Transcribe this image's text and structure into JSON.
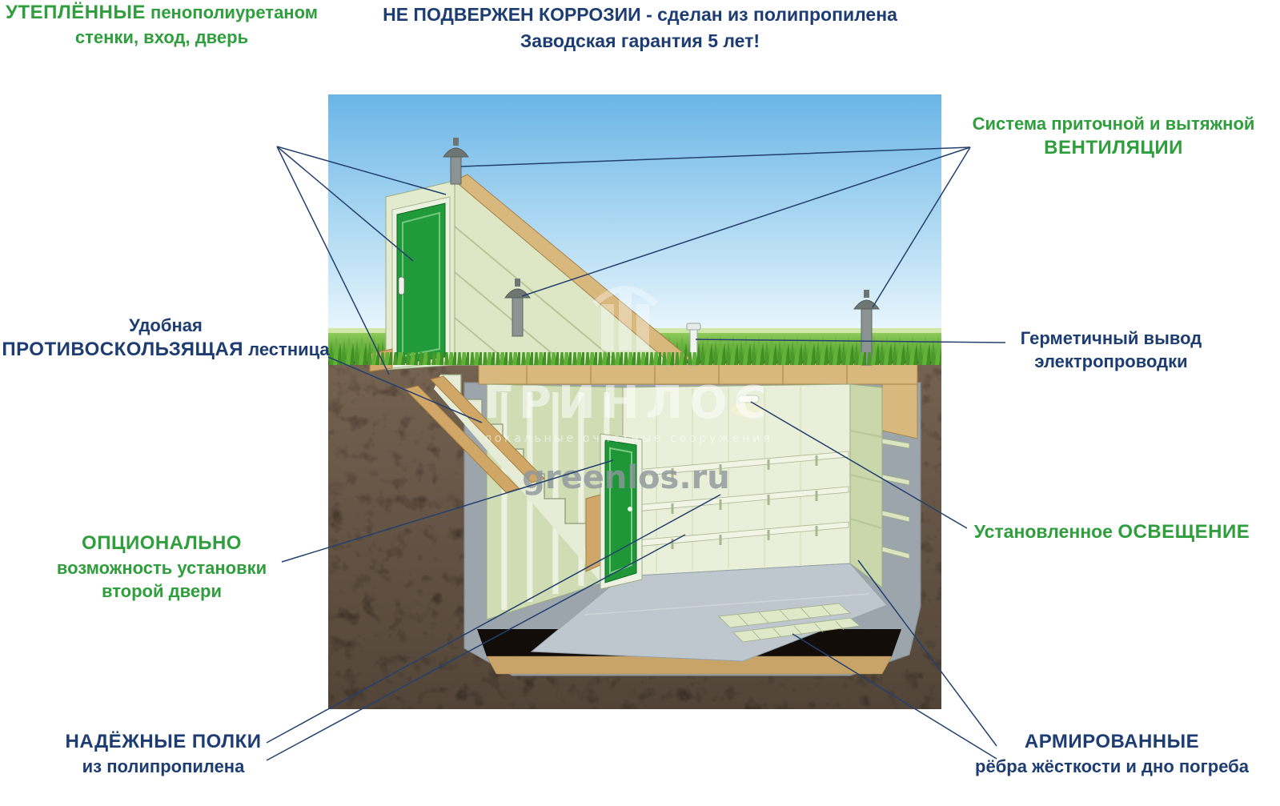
{
  "title": {
    "line1": "НЕ ПОДВЕРЖЕН КОРРОЗИИ  - сделан из полипропилена",
    "line2": "Заводская гарантия 5 лет!"
  },
  "labels": {
    "insulated": {
      "emph": "УТЕПЛЁННЫЕ",
      "rest": "пенополиуретаном",
      "line2": "стенки, вход, дверь"
    },
    "ladder": {
      "line1": "Удобная",
      "emph": "ПРОТИВОСКОЛЬЗЯЩАЯ",
      "rest": "лестница"
    },
    "optional_door": {
      "line1": "ОПЦИОНАЛЬНО",
      "line2": "возможность установки",
      "line3": "второй двери"
    },
    "shelves": {
      "line1": "НАДЁЖНЫЕ  ПОЛКИ",
      "line2": "из полипропилена"
    },
    "ventilation": {
      "line1": "Система приточной и вытяжной",
      "line2": "ВЕНТИЛЯЦИИ"
    },
    "wiring": {
      "line1": "Герметичный вывод",
      "line2": "электропроводки"
    },
    "lighting": {
      "part1": "Установленное",
      "part2": "ОСВЕЩЕНИЕ"
    },
    "reinforced": {
      "line1": "АРМИРОВАННЫЕ",
      "line2": "рёбра жёсткости и дно погреба"
    }
  },
  "watermark": {
    "brand": "ГРИНЛОС",
    "subtitle": "локальные очистные сооружения",
    "url": "greenlos.ru"
  },
  "colors": {
    "accent_green": "#2f9e3c",
    "accent_navy": "#1d3d72",
    "connector_line": "#24406e",
    "door_green": "#219a3c",
    "wood_tan": "#d8b87c"
  }
}
